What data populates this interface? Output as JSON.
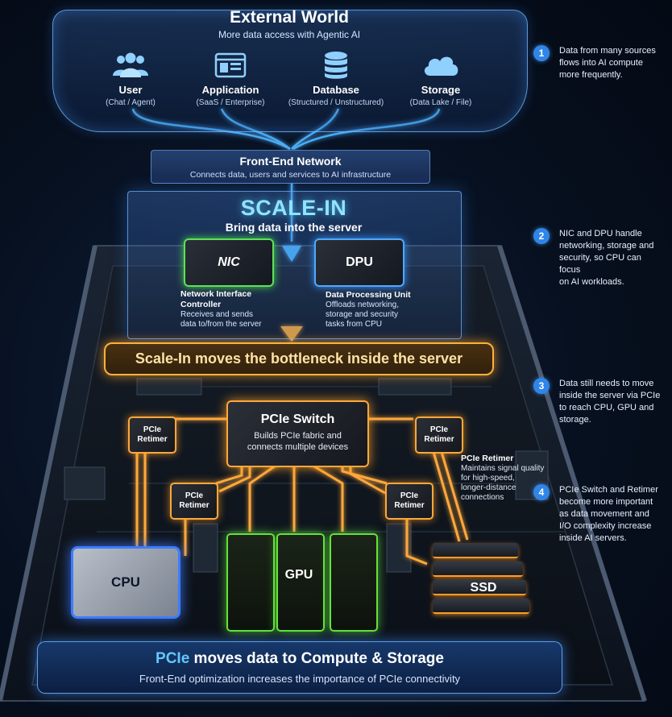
{
  "external_world": {
    "title": "External World",
    "subtitle": "More data access with Agentic AI",
    "sources": [
      {
        "label": "User",
        "sub": "(Chat / Agent)",
        "icon": "users-icon"
      },
      {
        "label": "Application",
        "sub": "(SaaS / Enterprise)",
        "icon": "browser-window-icon"
      },
      {
        "label": "Database",
        "sub": "(Structured / Unstructured)",
        "icon": "database-icon"
      },
      {
        "label": "Storage",
        "sub": "(Data Lake / File)",
        "icon": "cloud-icon"
      }
    ]
  },
  "front_end": {
    "title": "Front-End Network",
    "subtitle": "Connects data, users and services to AI infrastructure"
  },
  "scale_in": {
    "title": "SCALE-IN",
    "subtitle": "Bring data into the server",
    "nic": {
      "chip_label": "NIC",
      "name_line1": "Network Interface",
      "name_line2": "Controller",
      "desc_line1": "Receives and sends",
      "desc_line2": "data to/from the server"
    },
    "dpu": {
      "chip_label": "DPU",
      "name": "Data Processing Unit",
      "desc_line1": "Offloads networking,",
      "desc_line2": "storage and security",
      "desc_line3": "tasks from CPU"
    }
  },
  "bottleneck": "Scale-In moves the bottleneck inside the server",
  "pcie_switch": {
    "title": "PCIe Switch",
    "desc_line1": "Builds PCIe fabric and",
    "desc_line2": "connects multiple devices"
  },
  "retimer": {
    "line1": "PCIe",
    "line2": "Retimer",
    "desc_title": "PCIe Retimer",
    "desc_line1": "Maintains signal quality",
    "desc_line2": "for high-speed,",
    "desc_line3": "longer-distance",
    "desc_line4": "connections"
  },
  "devices": {
    "cpu": "CPU",
    "gpu": "GPU",
    "ssd": "SSD"
  },
  "bottom": {
    "title_highlight": "PCIe",
    "title_rest": " moves data to Compute & Storage",
    "subtitle": "Front-End optimization increases the importance of PCIe connectivity"
  },
  "notes": [
    {
      "num": "1",
      "line1": "Data from many sources",
      "line2": "flows into AI compute",
      "line3": "more frequently.",
      "line4": ""
    },
    {
      "num": "2",
      "line1": "NIC and DPU handle",
      "line2": "networking, storage and",
      "line3": "security, so CPU can focus",
      "line4": "on AI workloads."
    },
    {
      "num": "3",
      "line1": "Data still needs to move",
      "line2": "inside the server via PCIe",
      "line3": "to reach CPU, GPU and",
      "line4": "storage."
    },
    {
      "num": "4",
      "line1": "PCIe Switch and Retimer",
      "line2": "become more important",
      "line3": "as data movement and",
      "line4": "I/O complexity increase",
      "line5": "inside AI servers."
    }
  ],
  "colors": {
    "accent_blue": "#3d9cff",
    "accent_orange": "#ffa83a",
    "accent_green": "#66e23a",
    "banner_text": "#ffe2a6"
  }
}
